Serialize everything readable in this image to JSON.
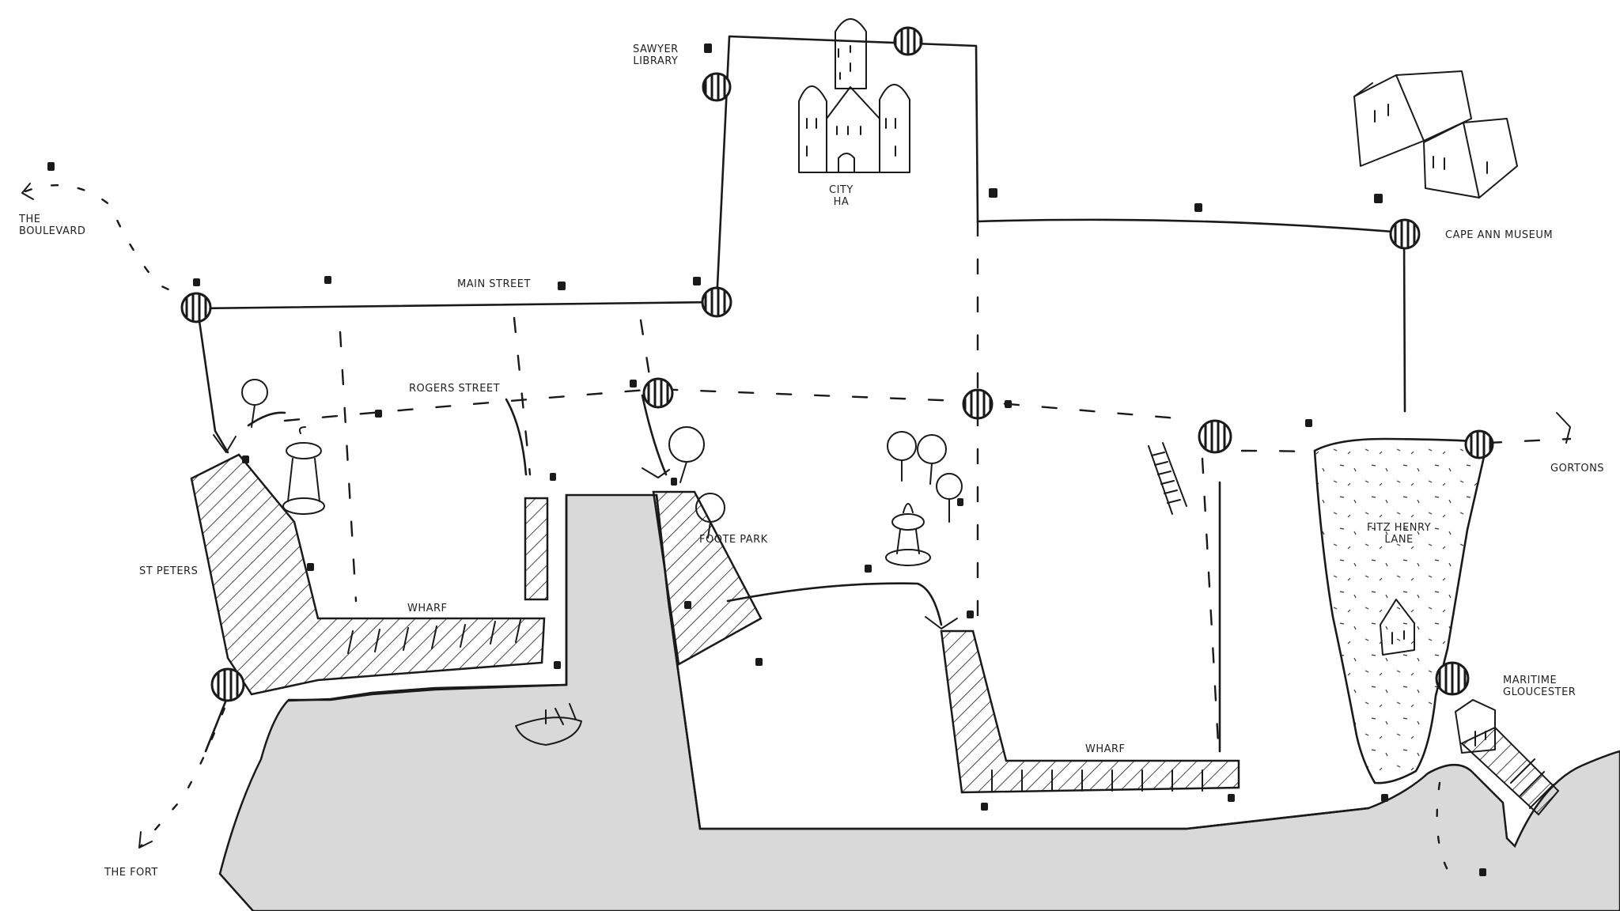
{
  "labels": {
    "the_boulevard": "THE\nBOULEVARD",
    "main_street": "MAIN STREET",
    "rogers_street": "ROGERS STREET",
    "sawyer_library": "SAWYER\nLIBRARY",
    "city_hall": "CITY\nHA",
    "cape_ann_museum": "CAPE ANN MUSEUM",
    "gortons": "GORTONS",
    "st_peters": "ST PETERS",
    "wharf_left": "WHARF",
    "foote_park": "FOOTE PARK",
    "fitz_henry_lane": "FITZ HENRY\nLANE",
    "maritime_gloucester": "MARITIME GLOUCESTER",
    "wharf_right": "WHARF",
    "the_fort": "THE FORT"
  },
  "colors": {
    "ink": "#1a1a1a",
    "water": "#d9d9d9",
    "paper": "#ffffff"
  }
}
